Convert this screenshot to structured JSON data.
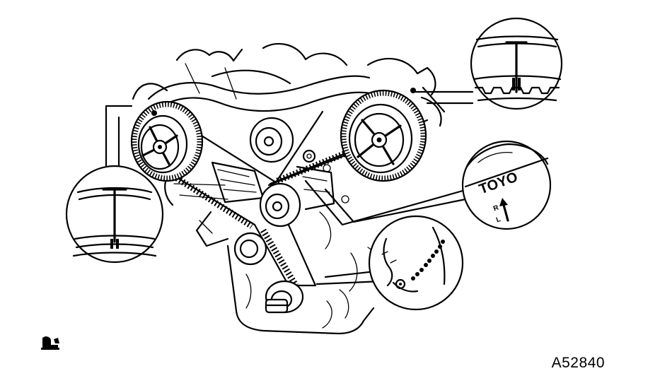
{
  "figure": {
    "code": "A52840",
    "belt_brand": "TOYO",
    "arrow_letters": [
      "R",
      "L"
    ]
  },
  "colors": {
    "ink": "#000000",
    "paper": "#ffffff"
  },
  "icons": [
    "reference-mark-icon",
    "belt-direction-arrow-icon"
  ]
}
